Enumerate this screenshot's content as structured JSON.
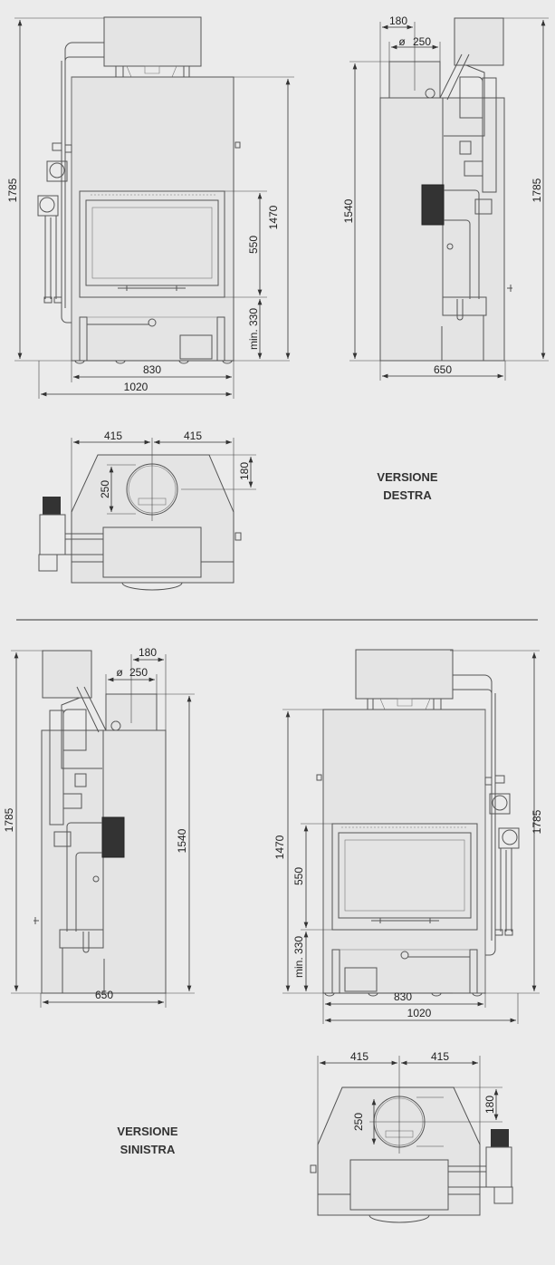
{
  "versions": {
    "right": {
      "line1": "VERSIONE",
      "line2": "DESTRA"
    },
    "left": {
      "line1": "VERSIONE",
      "line2": "SINISTRA"
    }
  },
  "dimensions": {
    "total_height": "1785",
    "body_height": "1470",
    "window_height": "550",
    "base_height": "min. 330",
    "body_width": "830",
    "total_width": "1020",
    "flue_height": "1540",
    "depth": "650",
    "flue_offset": "180",
    "flue_diameter_symbol": "ø",
    "flue_diameter": "250",
    "half_width": "415"
  },
  "colors": {
    "background": "#ebebeb",
    "lines": "#555555",
    "heat_exchanger": "#333333"
  }
}
